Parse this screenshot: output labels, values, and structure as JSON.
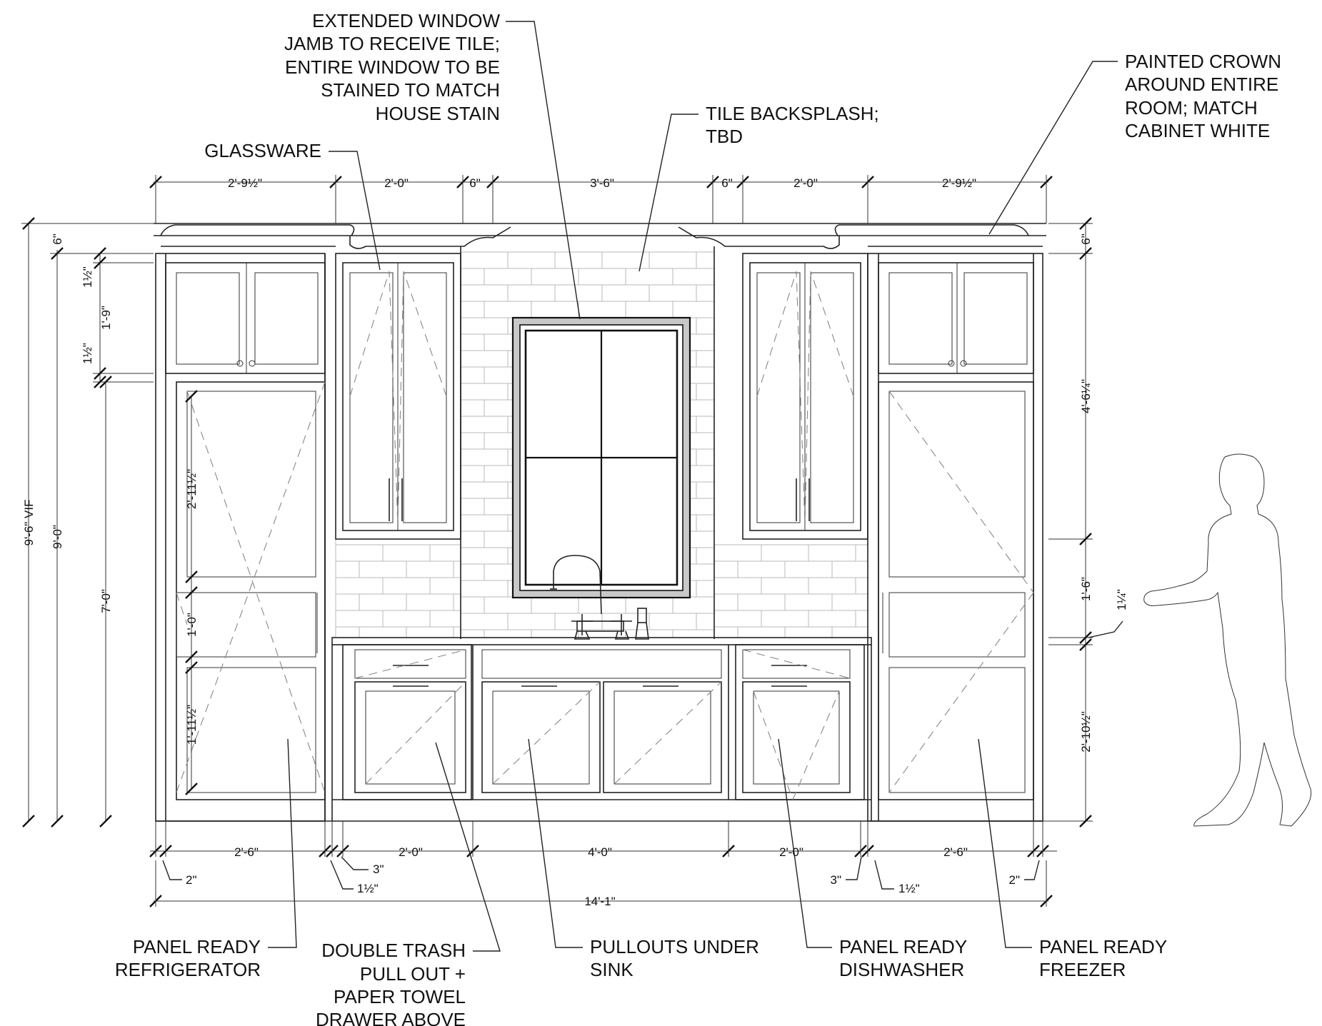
{
  "colors": {
    "line": "#222222",
    "tile": "#b8b8b8",
    "window_frame": "#c8c8c8",
    "background": "#ffffff"
  },
  "callouts": {
    "window": [
      "EXTENDED WINDOW",
      "JAMB TO RECEIVE TILE;",
      "ENTIRE WINDOW TO BE",
      "STAINED TO MATCH",
      "HOUSE STAIN"
    ],
    "backsplash": [
      "TILE BACKSPLASH;",
      "TBD"
    ],
    "crown": [
      "PAINTED CROWN",
      "AROUND ENTIRE",
      "ROOM; MATCH",
      "CABINET WHITE"
    ],
    "glassware": [
      "GLASSWARE"
    ],
    "refrigerator": [
      "PANEL READY",
      "REFRIGERATOR"
    ],
    "trash": [
      "DOUBLE TRASH",
      "PULL OUT +",
      "PAPER TOWEL",
      "DRAWER ABOVE"
    ],
    "pullouts": [
      "PULLOUTS UNDER",
      "SINK"
    ],
    "dishwasher": [
      "PANEL READY",
      "DISHWASHER"
    ],
    "freezer": [
      "PANEL READY",
      "FREEZER"
    ]
  },
  "dims_top": [
    "2'-9½\"",
    "2'-0\"",
    "6\"",
    "3'-6\"",
    "6\"",
    "2'-0\"",
    "2'-9½\""
  ],
  "dims_bottom": [
    "2'-6\"",
    "2'-0\"",
    "4'-0\"",
    "2'-0\"",
    "2'-6\""
  ],
  "dims_bottom_small": [
    "2\"",
    "1½\"",
    "3\"",
    "3\"",
    "1½\"",
    "2\""
  ],
  "dim_overall": "14'-1\"",
  "dims_left": {
    "overall_vif": "9'-6\" VIF",
    "overall": "9'-0\"",
    "tall_panel": "7'-0\"",
    "crown": "6\"",
    "top_gap": "1½\"",
    "upper_door": "1'-9\"",
    "mid_gap": "1½\"",
    "fridge_upper": "2'-11½\"",
    "fridge_drawer": "1'-0\"",
    "fridge_lower": "1'-11½\""
  },
  "dims_right": {
    "crown": "6\"",
    "upper": "4'-6¼\"",
    "counter_zone": "1'-6\"",
    "counter": "1¼\"",
    "base": "2'-10½\""
  }
}
